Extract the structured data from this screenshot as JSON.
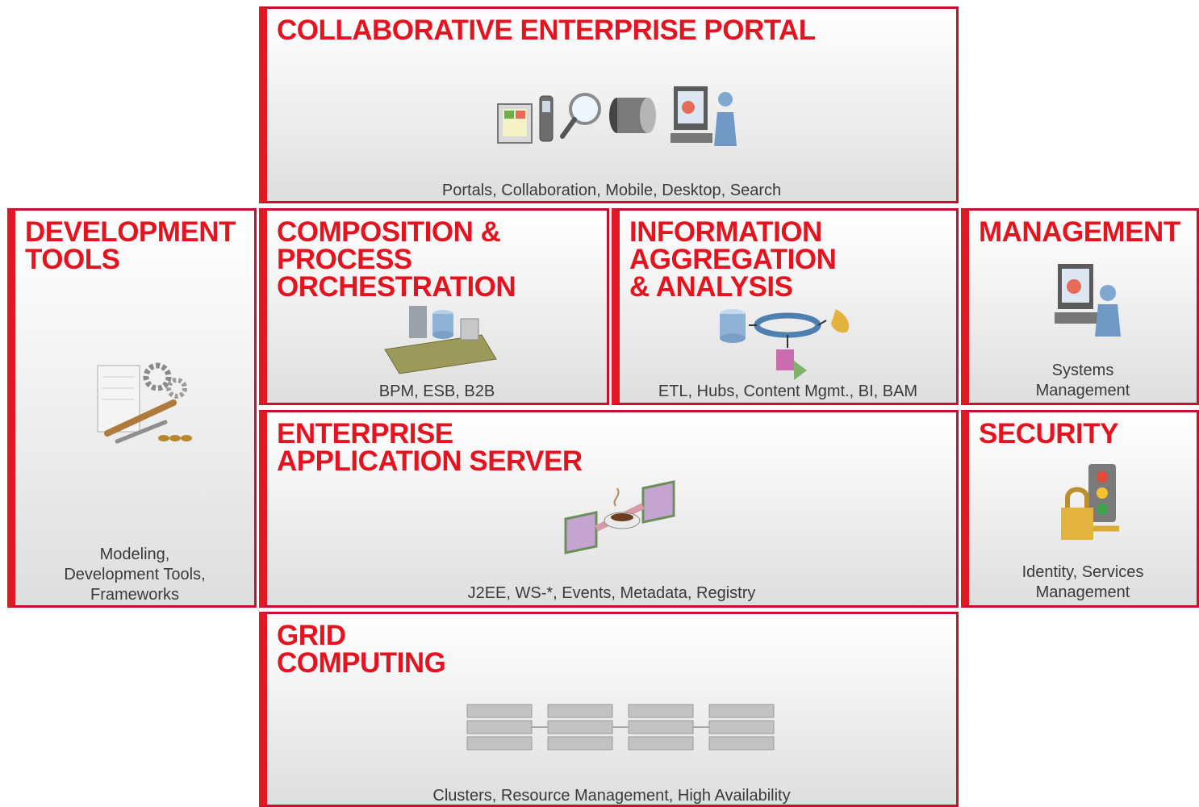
{
  "panels": {
    "portal": {
      "title": "COLLABORATIVE ENTERPRISE PORTAL",
      "caption": "Portals, Collaboration, Mobile, Desktop, Search",
      "icons": [
        "device-panel-icon",
        "mobile-phone-icon",
        "magnifier-icon",
        "cylinder-icon",
        "desktop-user-icon"
      ]
    },
    "devtools": {
      "title": "DEVELOPMENT\nTOOLS",
      "caption": "Modeling,\nDevelopment Tools,\nFrameworks",
      "icons": [
        "tools-icon"
      ]
    },
    "composition": {
      "title": "COMPOSITION &\nPROCESS\nORCHESTRATION",
      "caption": "BPM, ESB, B2B",
      "icons": [
        "conveyor-icon"
      ]
    },
    "information": {
      "title": "INFORMATION\nAGGREGATION\n& ANALYSIS",
      "caption": "ETL, Hubs, Content Mgmt., BI, BAM",
      "icons": [
        "data-flow-icon"
      ]
    },
    "management": {
      "title": "MANAGEMENT",
      "caption": "Systems\nManagement",
      "icons": [
        "monitor-user-icon"
      ]
    },
    "appserver": {
      "title": "ENTERPRISE\nAPPLICATION SERVER",
      "caption": "J2EE, WS-*, Events, Metadata, Registry",
      "icons": [
        "coffee-connector-icon"
      ]
    },
    "security": {
      "title": "SECURITY",
      "caption": "Identity, Services\nManagement",
      "icons": [
        "lock-traffic-light-icon"
      ]
    },
    "grid": {
      "title": "GRID\nCOMPUTING",
      "caption": "Clusters, Resource Management, High Availability",
      "icons": [
        "server-cluster-icon"
      ]
    }
  },
  "colors": {
    "accent": "#e3141f",
    "panel_gradient_top": "#ffffff",
    "panel_gradient_bottom": "#dedede",
    "caption_text": "#3a3a3a"
  }
}
